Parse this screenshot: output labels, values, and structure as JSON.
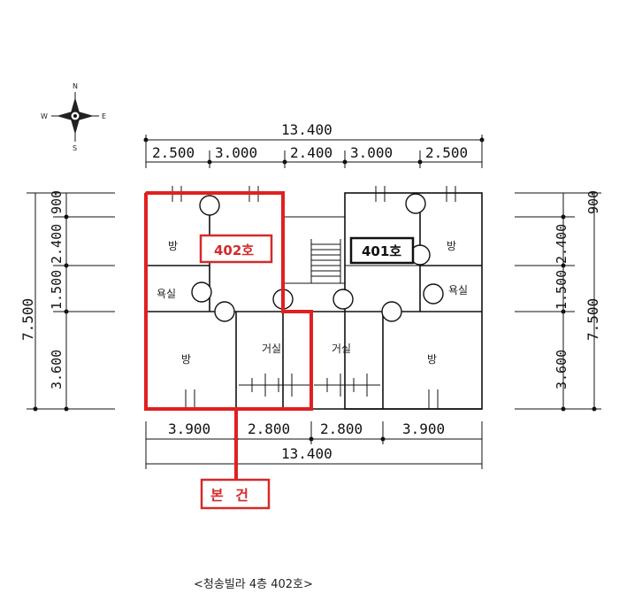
{
  "compass": {
    "n": "N",
    "s": "S",
    "e": "E",
    "w": "W"
  },
  "dimensions": {
    "top_total": "13.400",
    "top_segments": [
      "2.500",
      "3.000",
      "2.400",
      "3.000",
      "2.500"
    ],
    "bottom_segments": [
      "3.900",
      "2.800",
      "2.800",
      "3.900"
    ],
    "bottom_total": "13.400",
    "left_total": "7.500",
    "left_segments": [
      "900",
      "2.400",
      "1.500",
      "3.600"
    ],
    "right_total": "7.500",
    "right_segments": [
      "900",
      "2.400",
      "1.500",
      "3.600"
    ]
  },
  "rooms": {
    "room_bang": "방",
    "bathroom": "욕실",
    "living": "거실"
  },
  "labels": {
    "unit_402": "402호",
    "unit_401": "401호",
    "main_building": "본 건",
    "caption": "<청송빌라 4층 402호>"
  },
  "colors": {
    "highlight": "#d42a2a",
    "ink": "#111111"
  }
}
